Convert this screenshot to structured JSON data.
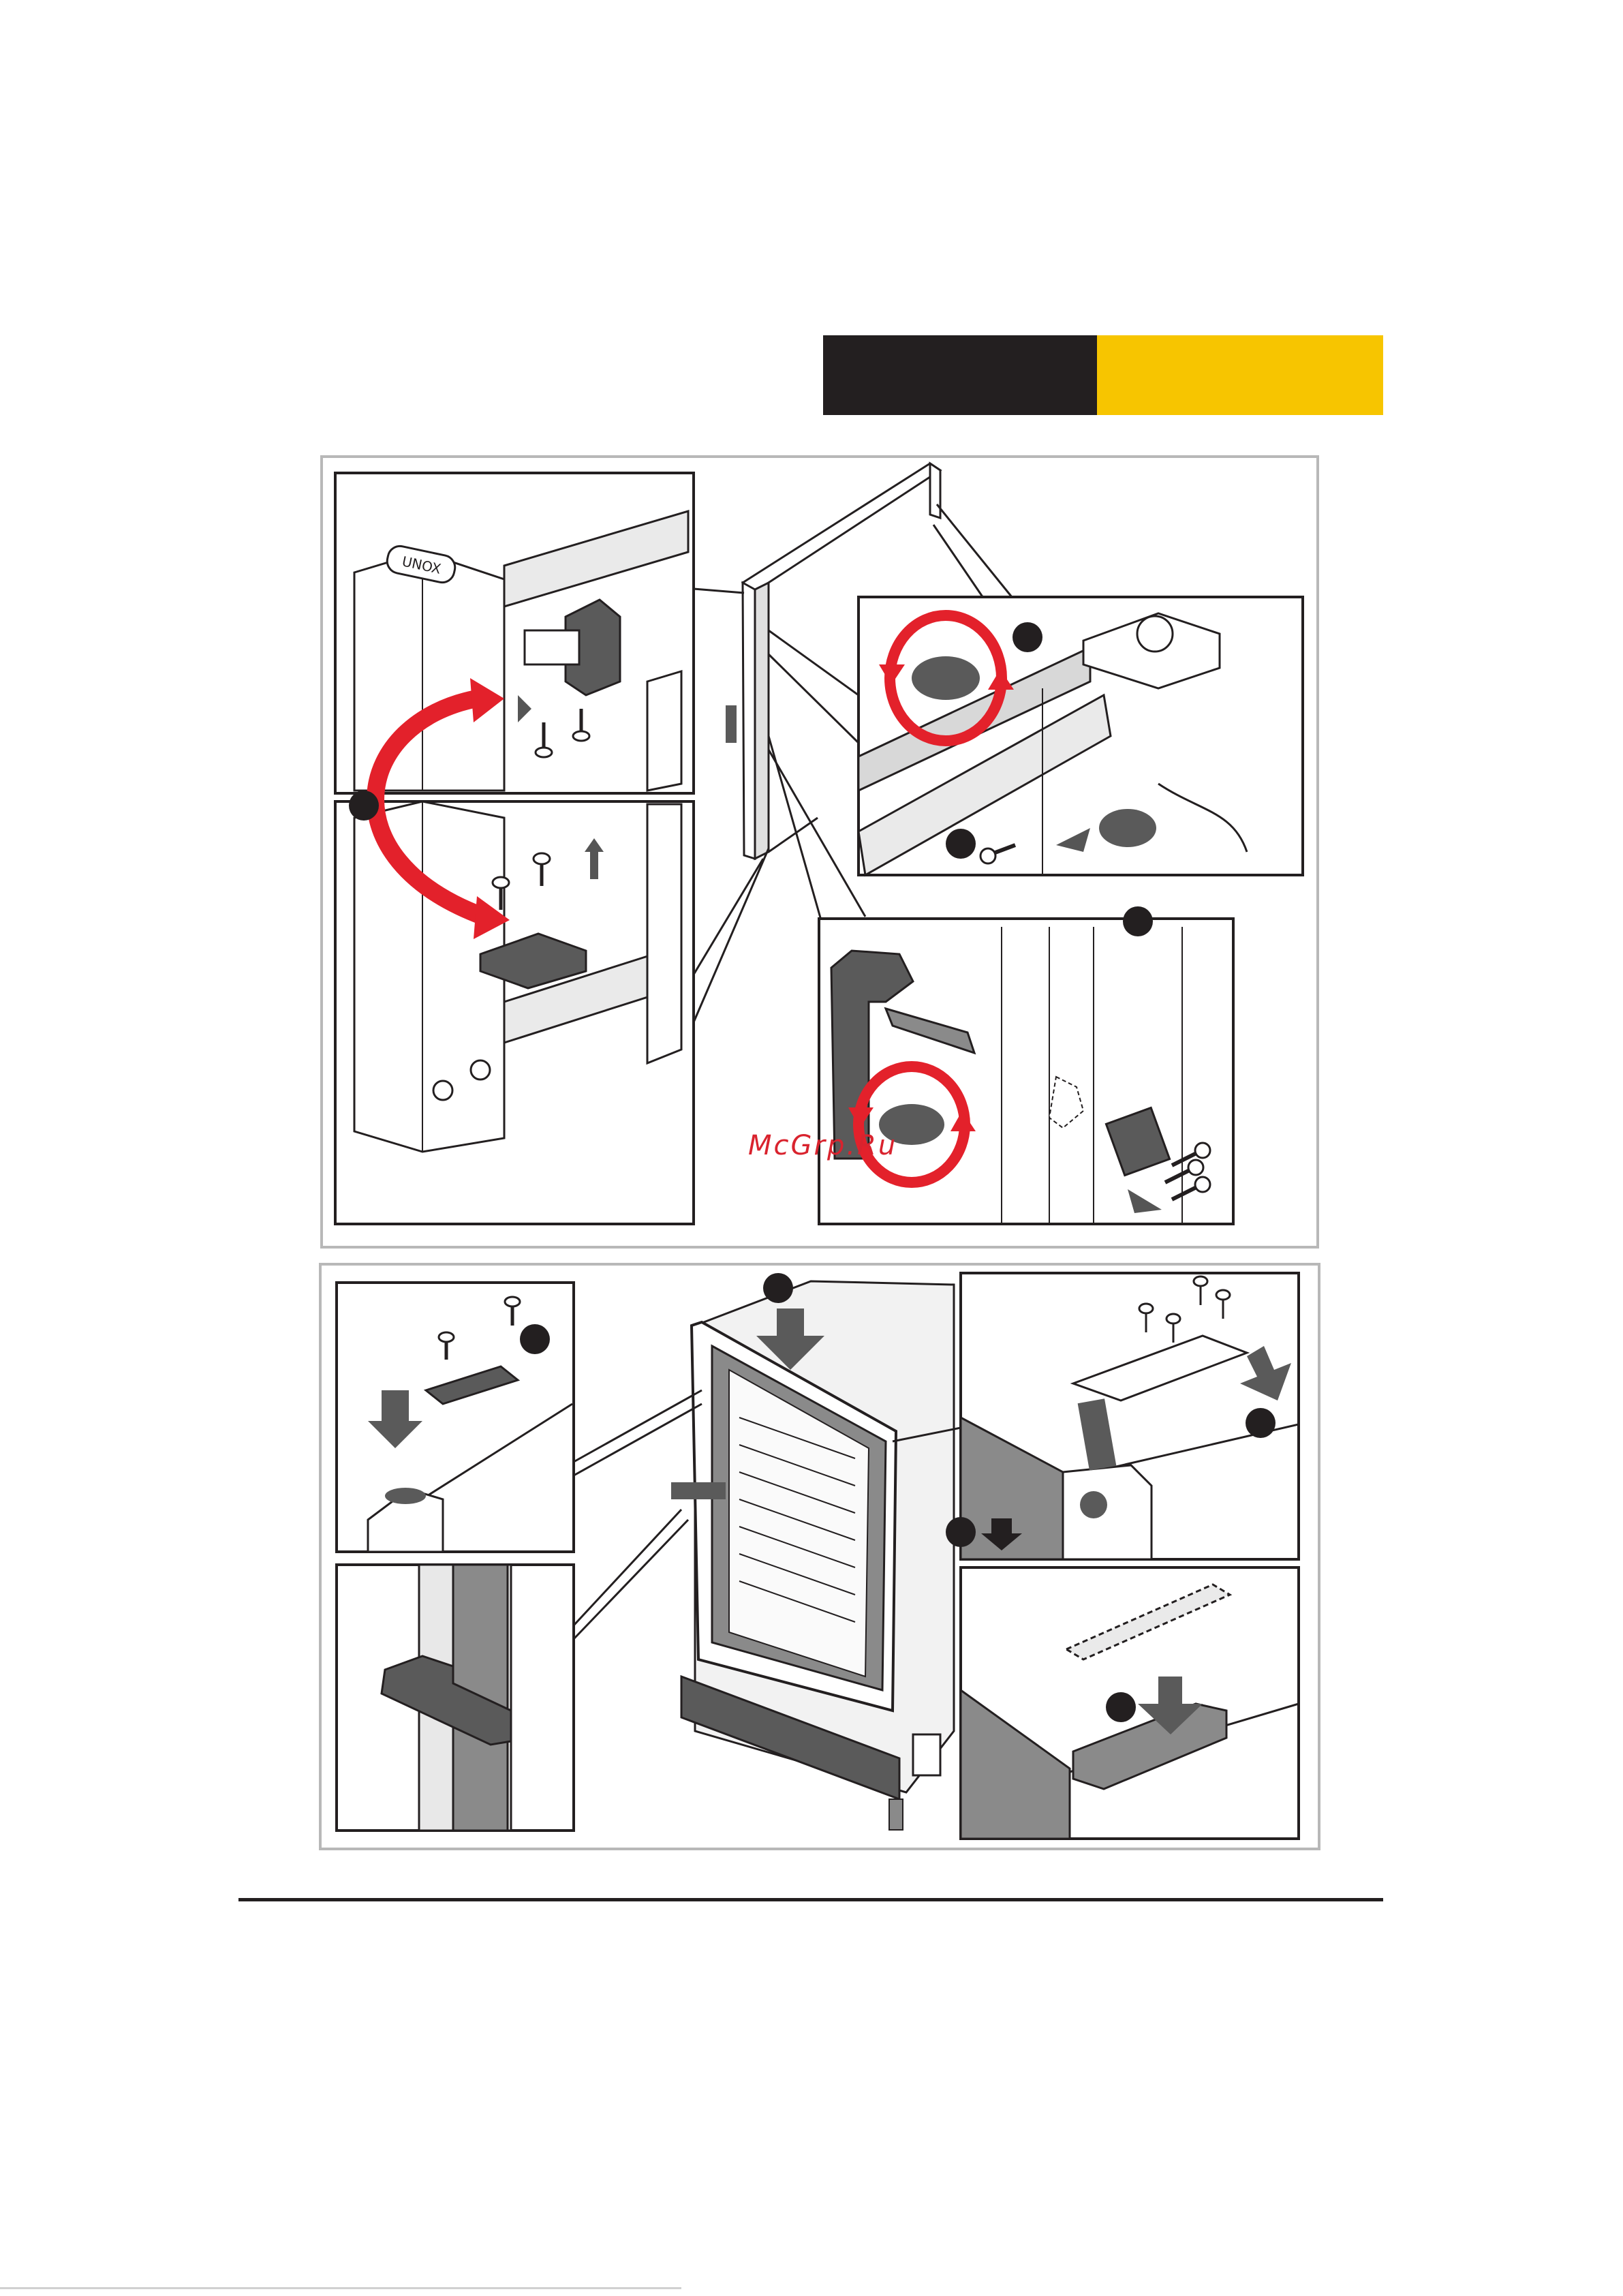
{
  "header": {
    "accent_dark": "#231f20",
    "accent_yellow": "#f7c500"
  },
  "figure_top": {
    "label": "door-reversal-exploded-view"
  },
  "figure_bottom": {
    "label": "oven-door-installation-view"
  },
  "watermark": {
    "text": "McGrp.Ru"
  },
  "logo_text": "UNOX",
  "colors": {
    "arrow_red": "#e3212b",
    "callout": "#231f20",
    "line": "#231f20",
    "grey_part": "#5a5a5a"
  },
  "icons": [
    "rotation-arrow-icon",
    "down-arrow-icon",
    "up-arrow-icon",
    "screw-icon",
    "callout-dot-icon"
  ]
}
